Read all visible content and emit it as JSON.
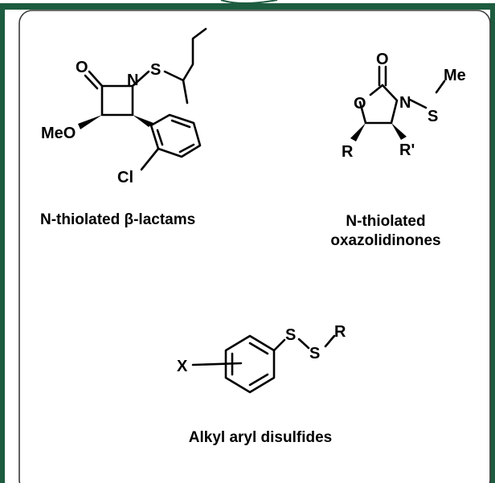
{
  "colors": {
    "frame_border": "#1d5c3f",
    "inner_border": "#3a3a3a",
    "ink": "#000000"
  },
  "lactam": {
    "atoms": {
      "o": "O",
      "n": "N",
      "s": "S",
      "meo": "MeO",
      "cl": "Cl"
    },
    "caption": "N-thiolated β-lactams"
  },
  "oxazolidinone": {
    "atoms": {
      "o_top": "O",
      "o_ring": "O",
      "n": "N",
      "s": "S",
      "me": "Me",
      "r": "R",
      "r_prime": "R'"
    },
    "caption_line1": "N-thiolated",
    "caption_line2": "oxazolidinones"
  },
  "disulfide": {
    "atoms": {
      "x": "X",
      "s1": "S",
      "s2": "S",
      "r": "R"
    },
    "caption": "Alkyl aryl disulfides"
  }
}
